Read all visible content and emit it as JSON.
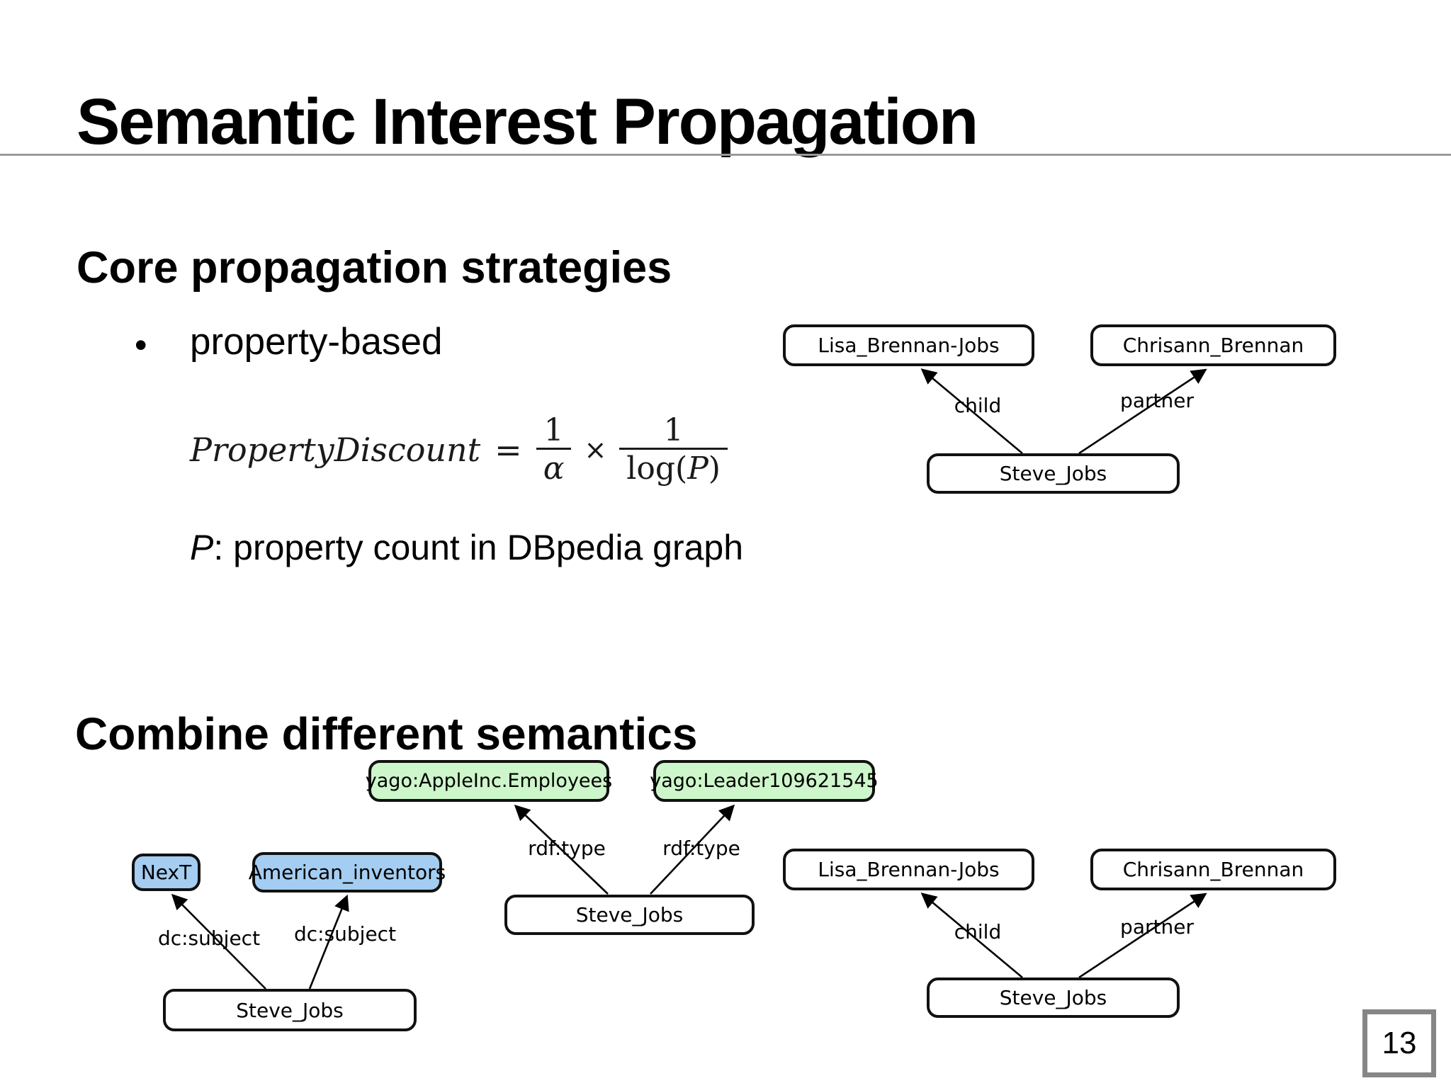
{
  "title": "Semantic Interest Propagation",
  "core": {
    "heading": "Core propagation strategies",
    "bullet_marker": "•",
    "bullet_text": "property-based",
    "formula": {
      "lhs": "PropertyDiscount",
      "equals": "=",
      "frac1_num": "1",
      "frac1_den": "α",
      "times": "×",
      "frac2_num": "1",
      "frac2_den_fn": "log(",
      "frac2_den_var": "P",
      "frac2_den_close": ")"
    },
    "note_var": "P",
    "note_text": ": property count in DBpedia graph"
  },
  "combine_heading": "Combine different semantics",
  "diagrams": {
    "family_top": {
      "nodes": {
        "lisa": "Lisa_Brennan-Jobs",
        "chrisann": "Chrisann_Brennan",
        "steve": "Steve_Jobs"
      },
      "edges": {
        "child": "child",
        "partner": "partner"
      }
    },
    "subjects": {
      "nodes": {
        "next": "NexT",
        "american": "American_inventors",
        "steve": "Steve_Jobs"
      },
      "edges": {
        "subject1": "dc:subject",
        "subject2": "dc:subject"
      }
    },
    "types": {
      "nodes": {
        "apple": "yago:AppleInc.Employees",
        "leader": "yago:Leader109621545",
        "steve": "Steve_Jobs"
      },
      "edges": {
        "type1": "rdf:type",
        "type2": "rdf:type"
      }
    },
    "family_bottom": {
      "nodes": {
        "lisa": "Lisa_Brennan-Jobs",
        "chrisann": "Chrisann_Brennan",
        "steve": "Steve_Jobs"
      },
      "edges": {
        "child": "child",
        "partner": "partner"
      }
    }
  },
  "page_number": "13",
  "colors": {
    "type_node_fill": "#cdf6ca",
    "category_node_fill": "#a4cdf1",
    "entity_node_fill": "#ffffff",
    "node_border": "#111111",
    "page_border": "#868686",
    "divider": "#9a9a9a"
  }
}
